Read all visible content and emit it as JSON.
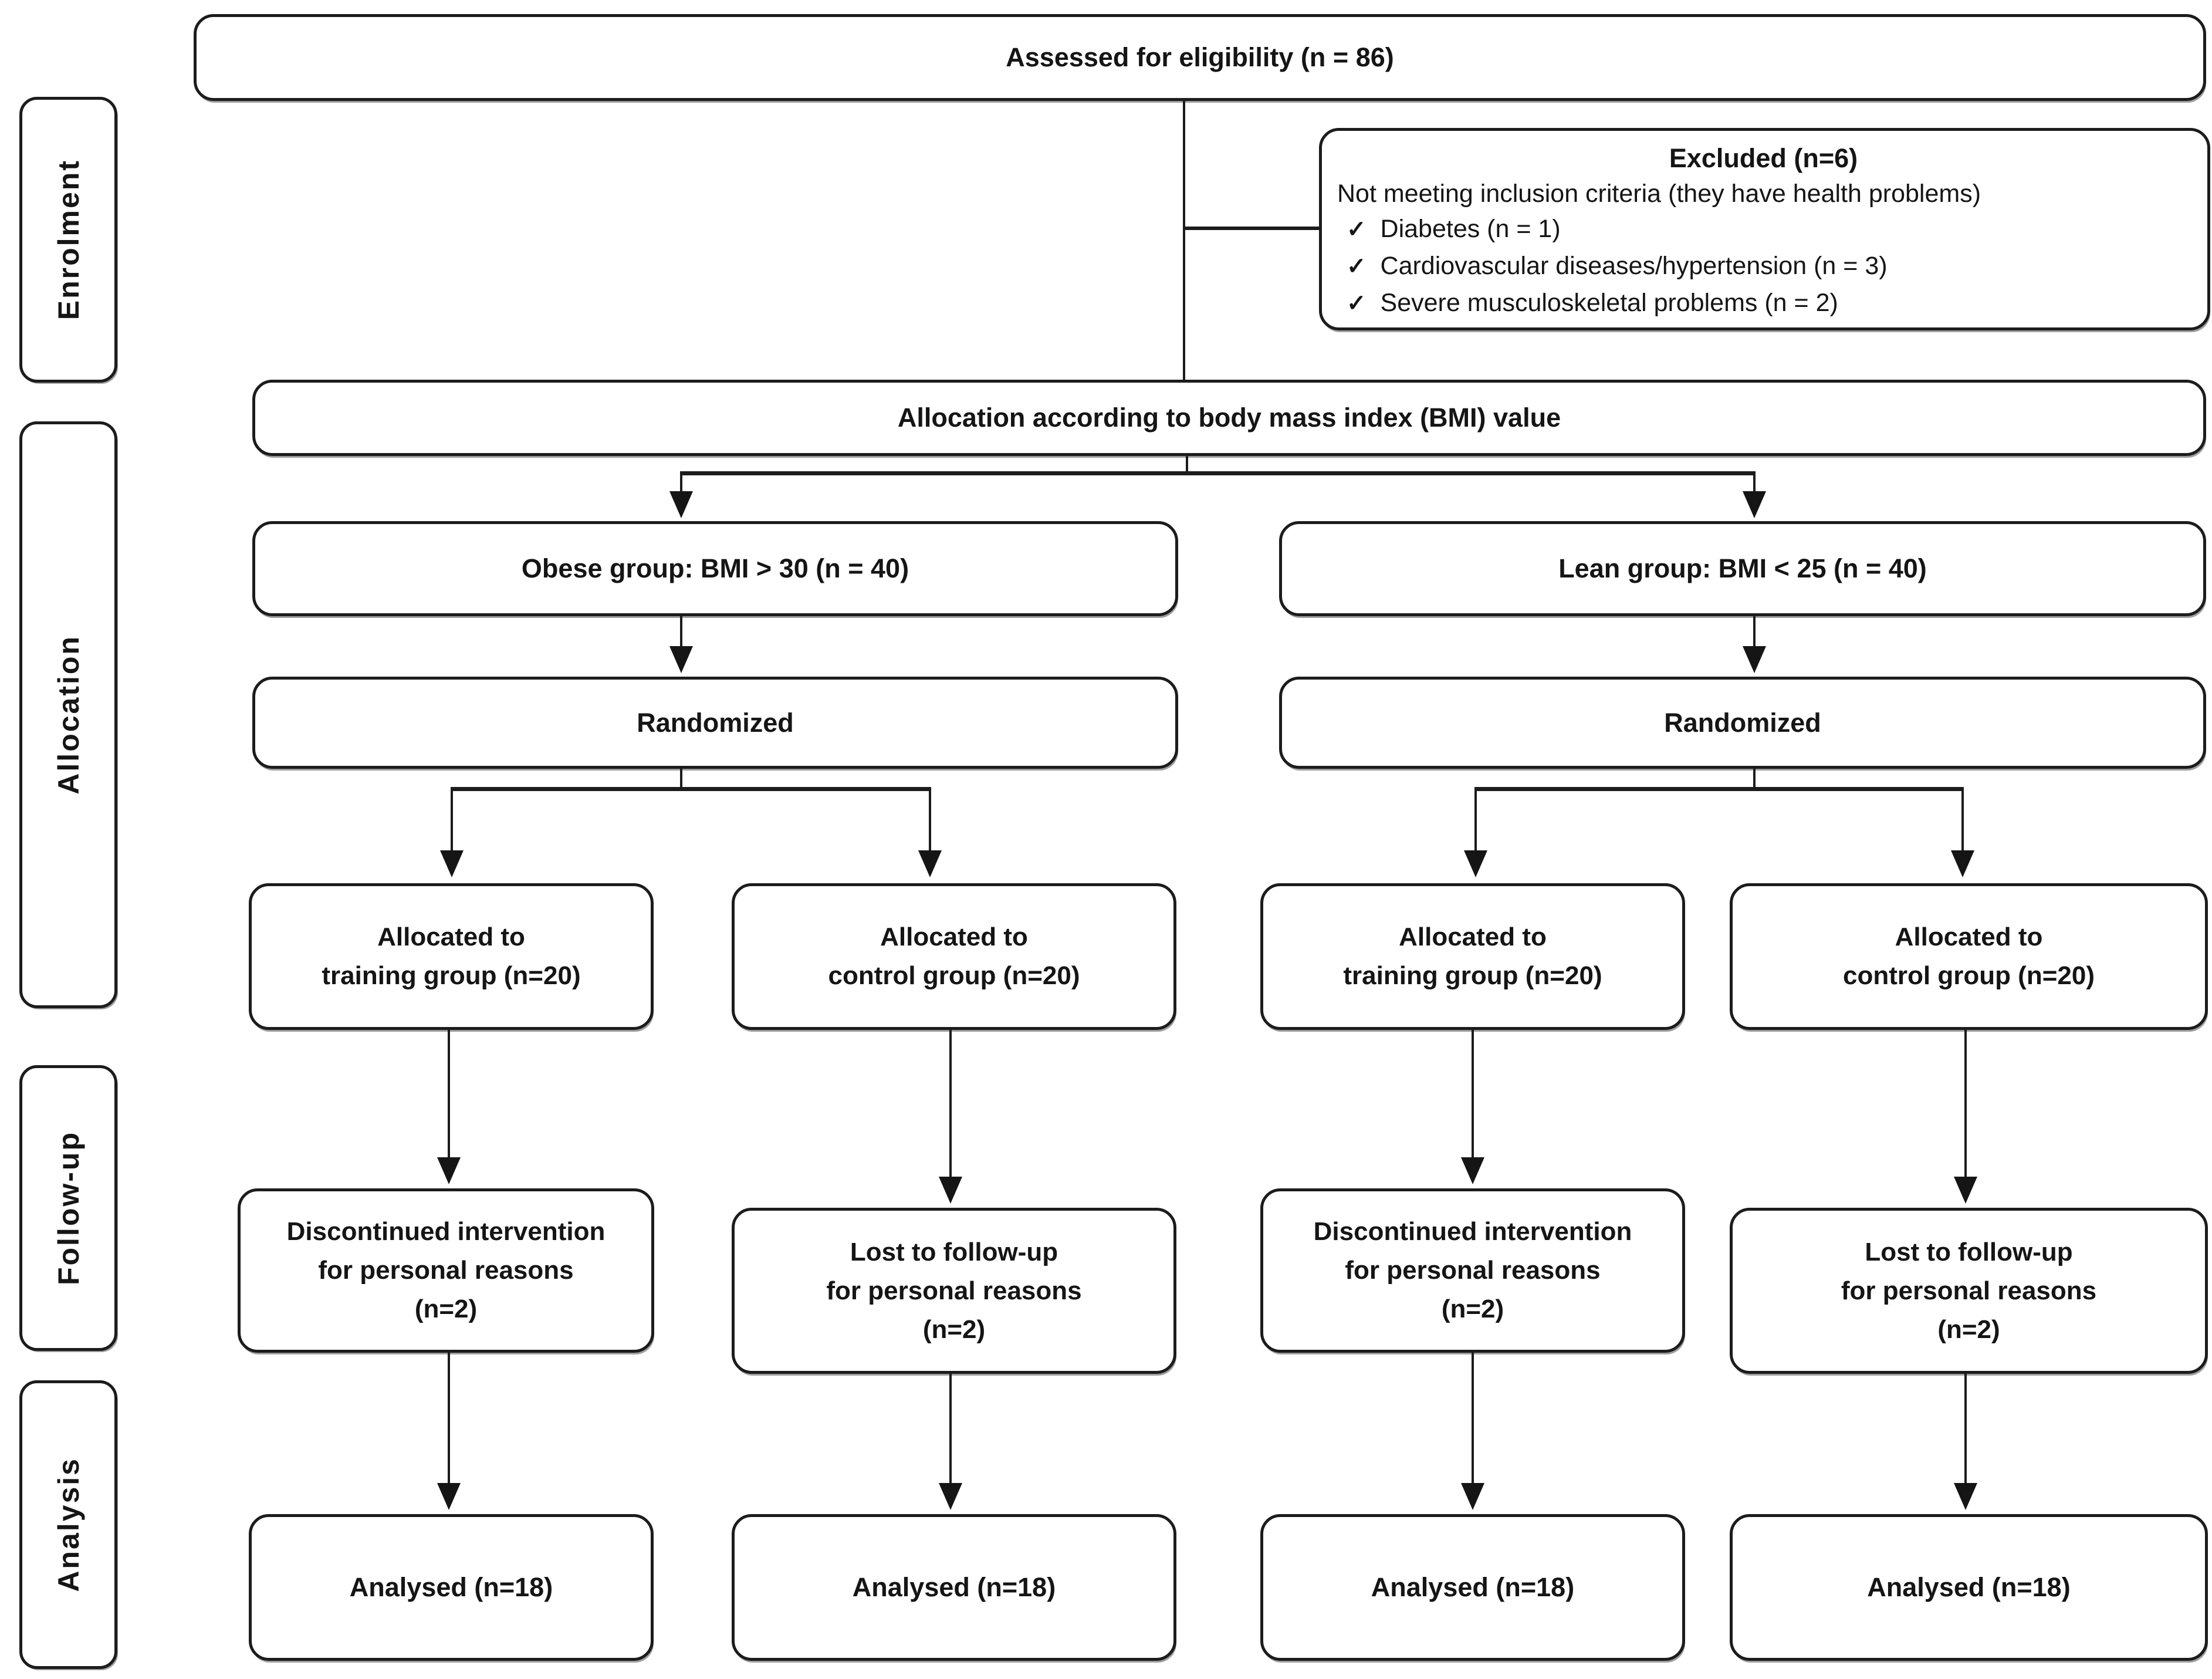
{
  "colors": {
    "background": "#ffffff",
    "line": "#1c1c1c",
    "text": "#151515",
    "box_fill": "#ffffff"
  },
  "stages": {
    "enrolment": "Enrolment",
    "allocation": "Allocation",
    "followup": "Follow-up",
    "analysis": "Analysis"
  },
  "boxes": {
    "assessed": "Assessed for eligibility (n = 86)",
    "excluded": {
      "title": "Excluded (n=6)",
      "subtitle": "Not meeting inclusion criteria (they have health problems)",
      "check_glyph": "✓",
      "items": [
        "Diabetes (n = 1)",
        "Cardiovascular diseases/hypertension (n = 3)",
        "Severe musculoskeletal problems (n = 2)"
      ]
    },
    "bmi_allocation": "Allocation according to body mass index (BMI) value",
    "obese_group": "Obese group: BMI > 30 (n = 40)",
    "lean_group": "Lean group: BMI < 25 (n = 40)",
    "randomized_obese": "Randomized",
    "randomized_lean": "Randomized",
    "alloc_training_obese": "Allocated to\ntraining group (n=20)",
    "alloc_control_obese": "Allocated to\ncontrol group (n=20)",
    "alloc_training_lean": "Allocated to\ntraining group (n=20)",
    "alloc_control_lean": "Allocated to\ncontrol group (n=20)",
    "discontinued_obese": "Discontinued intervention\nfor personal reasons\n(n=2)",
    "lost_obese": "Lost to follow-up\nfor personal reasons\n(n=2)",
    "discontinued_lean": "Discontinued intervention\nfor personal reasons\n(n=2)",
    "lost_lean": "Lost to follow-up\nfor personal reasons\n(n=2)",
    "analysed_obese_training": "Analysed (n=18)",
    "analysed_obese_control": "Analysed (n=18)",
    "analysed_lean_training": "Analysed (n=18)",
    "analysed_lean_control": "Analysed (n=18)"
  }
}
